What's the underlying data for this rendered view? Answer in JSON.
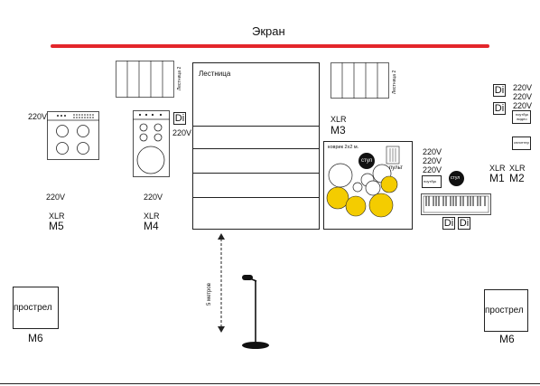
{
  "screen_label": "Экран",
  "stairs_label": "Лестница",
  "stairs2_label": "Лестница 2",
  "rug_label": "коврик 2х2 м.",
  "chair_label": "стул",
  "console_label": "пульт",
  "laptop_label": "ноутбук",
  "laptop_video_label": "ноутбук видео",
  "splitter_label": "сплиттер",
  "distance_label": "5 метров",
  "di_label": "Di",
  "power_label": "220V",
  "xlr_label": "XLR",
  "mic_labels": {
    "m1": "M1",
    "m2": "M2",
    "m3": "M3",
    "m4": "M4",
    "m5": "M5",
    "m6": "M6"
  },
  "monitor_label": "прострел",
  "colors": {
    "screen": "#e3262b",
    "cymbal": "#f4cc00",
    "line": "#222222"
  }
}
